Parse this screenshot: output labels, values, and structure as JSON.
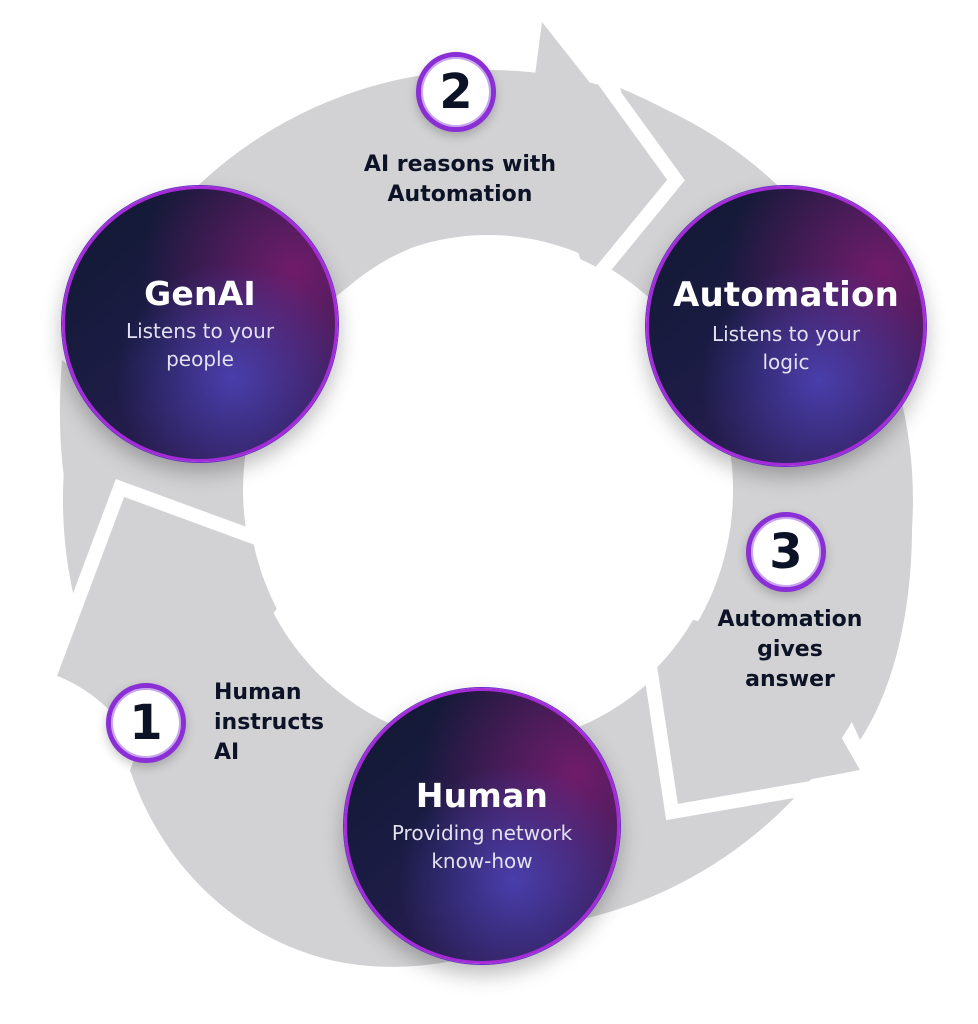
{
  "nodes": {
    "genai": {
      "title": "GenAI",
      "subtitle": "Listens to your\npeople"
    },
    "automation": {
      "title": "Automation",
      "subtitle": "Listens to your\nlogic"
    },
    "human": {
      "title": "Human",
      "subtitle": "Providing network\nknow-how"
    }
  },
  "steps": [
    {
      "number": "1",
      "label": "Human\ninstructs\nAI"
    },
    {
      "number": "2",
      "label": "AI reasons with\nAutomation"
    },
    {
      "number": "3",
      "label": "Automation\ngives\nanswer"
    }
  ],
  "colors": {
    "ring": "#d2d2d4",
    "node_border": "#a62bd8",
    "node_dark": "#0f1830",
    "badge_border": "#8a2fd6",
    "text_dark": "#0d1326"
  }
}
